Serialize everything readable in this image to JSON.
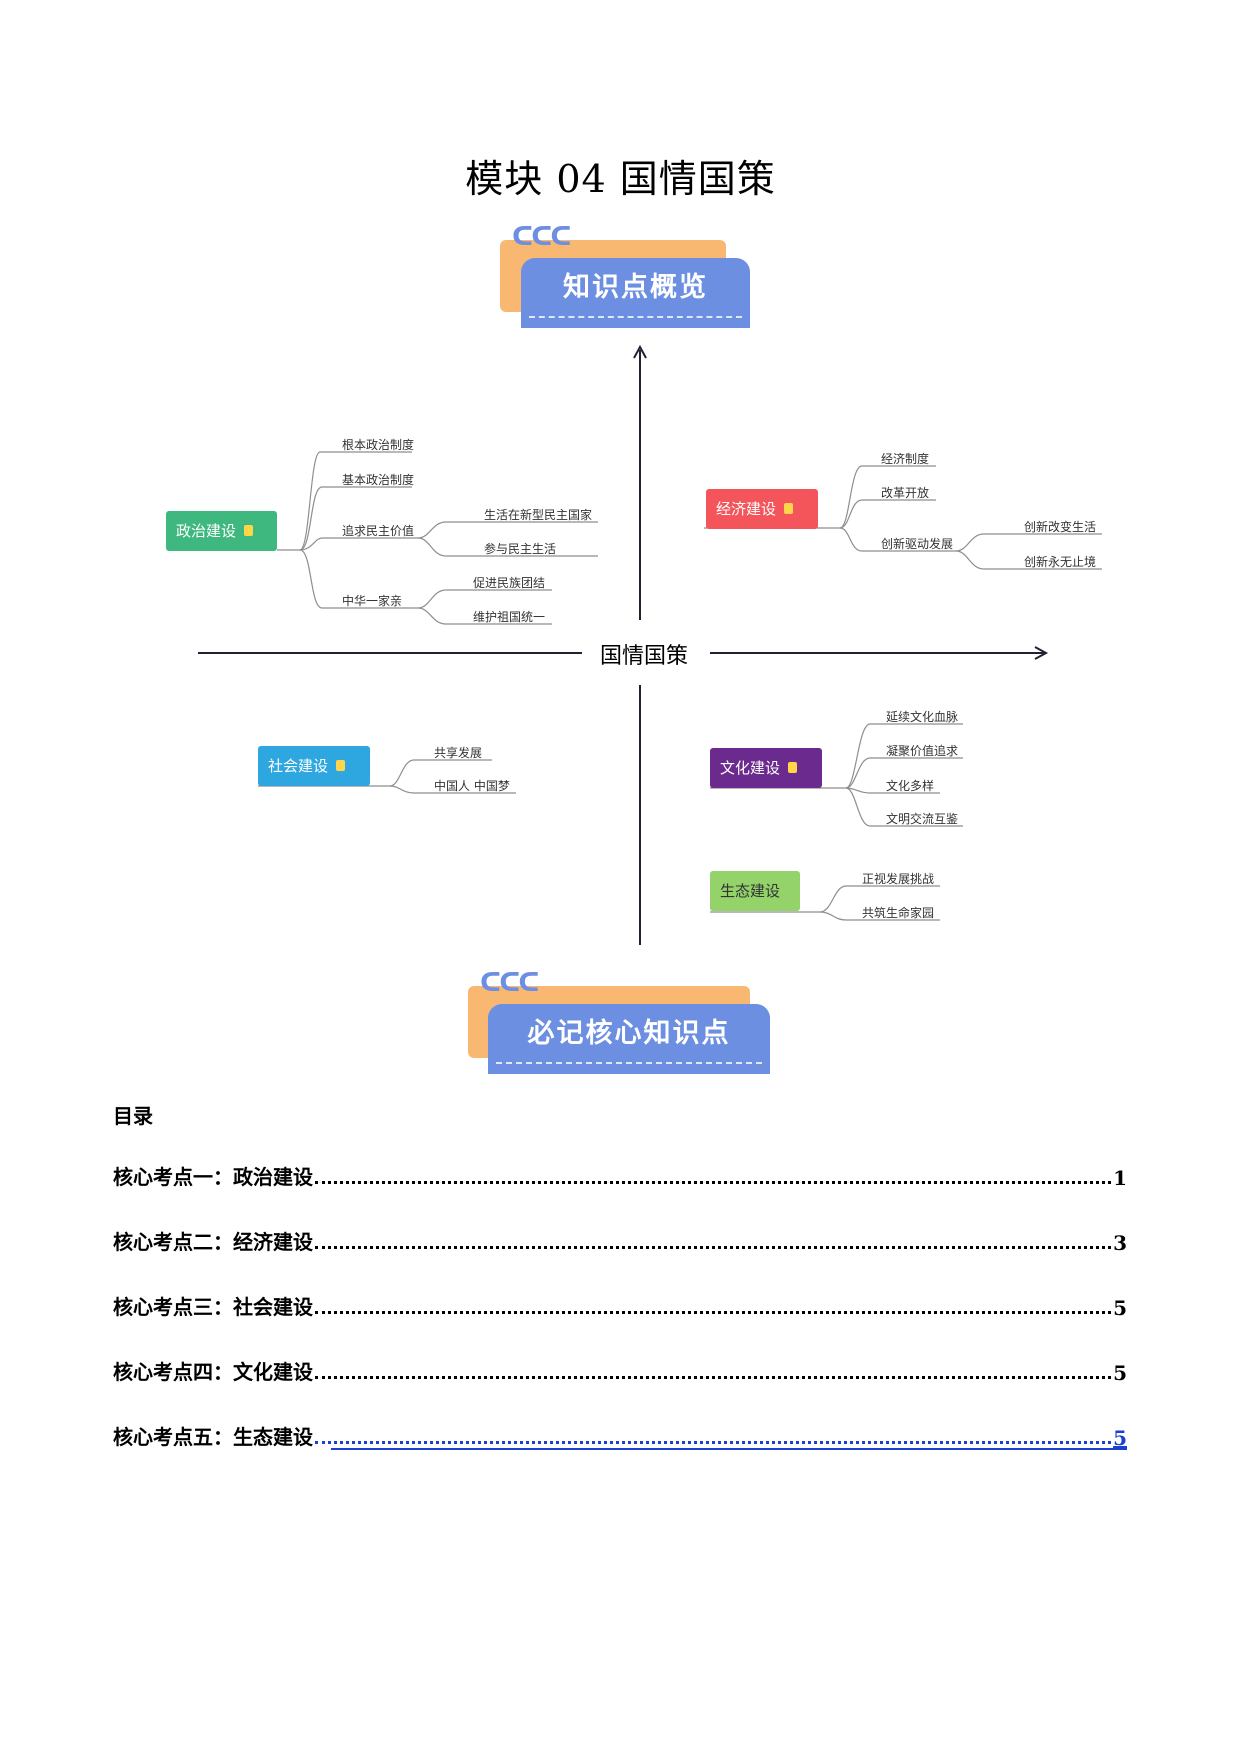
{
  "page": {
    "title": "模块 04 国情国策"
  },
  "banners": {
    "overview": "知识点概览",
    "core": "必记核心知识点"
  },
  "mindmap": {
    "center": "国情国策",
    "branches": {
      "politics": {
        "label": "政治建设",
        "color": "#3fb87f",
        "items": [
          "根本政治制度",
          "基本政治制度",
          "追求民主价值",
          "中华一家亲"
        ],
        "sub_democracy": [
          "生活在新型民主国家",
          "参与民主生活"
        ],
        "sub_family": [
          "促进民族团结",
          "维护祖国统一"
        ]
      },
      "economy": {
        "label": "经济建设",
        "color": "#f4555b",
        "items": [
          "经济制度",
          "改革开放",
          "创新驱动发展"
        ],
        "sub_innovation": [
          "创新改变生活",
          "创新永无止境"
        ]
      },
      "society": {
        "label": "社会建设",
        "color": "#2ea7e0",
        "items": [
          "共享发展",
          "中国人 中国梦"
        ]
      },
      "culture": {
        "label": "文化建设",
        "color": "#6a2a8e",
        "items": [
          "延续文化血脉",
          "凝聚价值追求",
          "文化多样",
          "文明交流互鉴"
        ]
      },
      "ecology": {
        "label": "生态建设",
        "color": "#93d36a",
        "items": [
          "正视发展挑战",
          "共筑生命家园"
        ]
      }
    }
  },
  "toc": {
    "heading": "目录",
    "entries": [
      {
        "label": "核心考点一：政治建设",
        "page": "1"
      },
      {
        "label": "核心考点二：经济建设",
        "page": "3"
      },
      {
        "label": "核心考点三：社会建设",
        "page": "5"
      },
      {
        "label": "核心考点四：文化建设",
        "page": "5"
      },
      {
        "label": "核心考点五：生态建设",
        "page": "5"
      }
    ]
  }
}
